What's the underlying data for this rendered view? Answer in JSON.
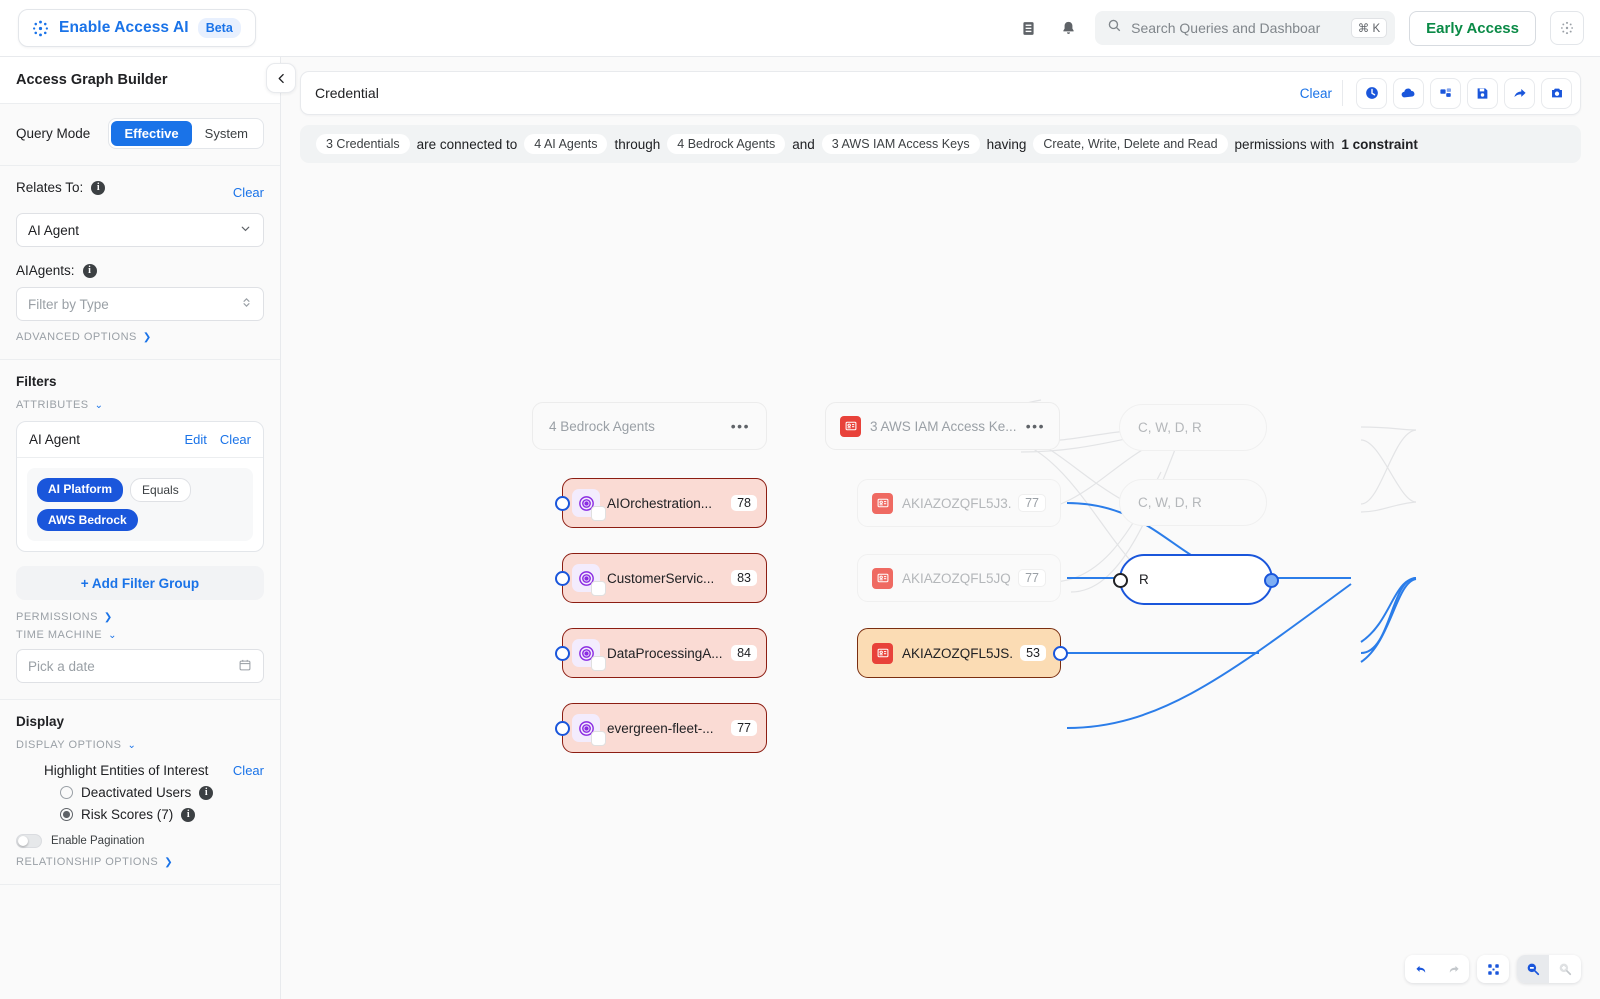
{
  "topbar": {
    "brand_label": "Enable Access AI",
    "beta_label": "Beta",
    "docs_icon": "book-icon",
    "bell_icon": "notification-bell-icon",
    "search": {
      "placeholder": "Search Queries and Dashboar",
      "shortcut": "⌘ K",
      "icon": "search-icon"
    },
    "early_access_label": "Early Access",
    "settings_icon": "settings-dots-icon"
  },
  "sidebar": {
    "title": "Access Graph Builder",
    "collapse_icon": "chevron-left-icon",
    "query_mode": {
      "label": "Query Mode",
      "options": [
        "Effective",
        "System"
      ],
      "selected": "Effective"
    },
    "relates_to": {
      "label": "Relates To:",
      "clear_label": "Clear",
      "value": "AI Agent",
      "info_icon": "info-icon",
      "chevron_icon": "chevron-down-icon"
    },
    "ai_agents": {
      "label": "AIAgents:",
      "placeholder": "Filter by Type",
      "info_icon": "info-icon",
      "stepper_icon": "up-down-icon"
    },
    "advanced_options_label": "ADVANCED OPTIONS",
    "filters": {
      "heading": "Filters",
      "attributes_label": "ATTRIBUTES",
      "card": {
        "title": "AI Agent",
        "edit_label": "Edit",
        "clear_label": "Clear",
        "chips": [
          {
            "text": "AI Platform",
            "style": "blue"
          },
          {
            "text": "Equals",
            "style": "outline"
          },
          {
            "text": "AWS Bedrock",
            "style": "blue"
          }
        ]
      },
      "add_filter_group_label": "+ Add Filter Group",
      "permissions_label": "PERMISSIONS",
      "time_machine_label": "TIME MACHINE",
      "date_placeholder": "Pick a date",
      "calendar_icon": "calendar-icon"
    },
    "display": {
      "heading": "Display",
      "display_options_label": "DISPLAY OPTIONS",
      "highlight_title": "Highlight Entities of Interest",
      "highlight_clear_label": "Clear",
      "radios": [
        {
          "label": "Deactivated Users",
          "selected": false
        },
        {
          "label": "Risk Scores (7)",
          "selected": true
        }
      ],
      "pagination_label": "Enable Pagination",
      "pagination_on": false,
      "relationship_options_label": "RELATIONSHIP OPTIONS"
    }
  },
  "query_bar": {
    "text": "Credential",
    "clear_label": "Clear",
    "tools": [
      {
        "name": "history-clock-icon"
      },
      {
        "name": "cloud-icon"
      },
      {
        "name": "layers-icon"
      },
      {
        "name": "save-disk-icon"
      },
      {
        "name": "share-arrow-icon"
      },
      {
        "name": "camera-icon"
      }
    ]
  },
  "summary": {
    "parts": [
      {
        "type": "pill",
        "text": "3 Credentials"
      },
      {
        "type": "text",
        "text": "are connected to"
      },
      {
        "type": "pill",
        "text": "4 AI Agents"
      },
      {
        "type": "text",
        "text": "through"
      },
      {
        "type": "pill",
        "text": "4 Bedrock Agents"
      },
      {
        "type": "text",
        "text": "and"
      },
      {
        "type": "pill",
        "text": "3 AWS IAM Access Keys"
      },
      {
        "type": "text",
        "text": "having"
      },
      {
        "type": "pill",
        "text": "Create, Write, Delete and Read"
      },
      {
        "type": "text",
        "text": "permissions with"
      },
      {
        "type": "bold",
        "text": "1 constraint"
      }
    ]
  },
  "graph": {
    "group_nodes": [
      {
        "name": "group-bedrock-agents",
        "label": "4 Bedrock Agents",
        "menu": "•••",
        "icon": null
      },
      {
        "name": "group-aws-iam-access-keys",
        "label": "3 AWS IAM Access Ke...",
        "menu": "•••",
        "icon": "id-card-icon"
      }
    ],
    "agent_nodes": [
      {
        "label": "AIOrchestration...",
        "score": "78",
        "icon": "ai-agent-icon"
      },
      {
        "label": "CustomerServic...",
        "score": "83",
        "icon": "ai-agent-icon"
      },
      {
        "label": "DataProcessingA...",
        "score": "84",
        "icon": "ai-agent-icon"
      },
      {
        "label": "evergreen-fleet-...",
        "score": "77",
        "icon": "ai-agent-icon"
      }
    ],
    "key_nodes": [
      {
        "label": "AKIAZOZQFL5J3...",
        "score": "77",
        "highlight": false,
        "icon": "id-card-icon"
      },
      {
        "label": "AKIAZOZQFL5JQ...",
        "score": "77",
        "highlight": false,
        "icon": "id-card-icon"
      },
      {
        "label": "AKIAZOZQFL5JS...",
        "score": "53",
        "highlight": true,
        "icon": "id-card-icon"
      }
    ],
    "permission_nodes": [
      {
        "label": "C, W, D, R",
        "highlight": false
      },
      {
        "label": "C, W, D, R",
        "highlight": false
      },
      {
        "label": "R",
        "highlight": true
      }
    ]
  },
  "zoom_controls": [
    {
      "name": "undo-icon",
      "enabled": true
    },
    {
      "name": "redo-icon",
      "enabled": false
    },
    {
      "name": "fit-to-screen-icon",
      "enabled": true
    },
    {
      "name": "zoom-out-icon",
      "enabled": true
    },
    {
      "name": "zoom-in-icon",
      "enabled": false
    }
  ],
  "colors": {
    "accent_blue": "#1a73e8",
    "edge_blue": "#2b7de9",
    "agent_fill": "#fadbd4",
    "key_highlight_fill": "#fbdcb4",
    "green": "#0a8a46"
  }
}
